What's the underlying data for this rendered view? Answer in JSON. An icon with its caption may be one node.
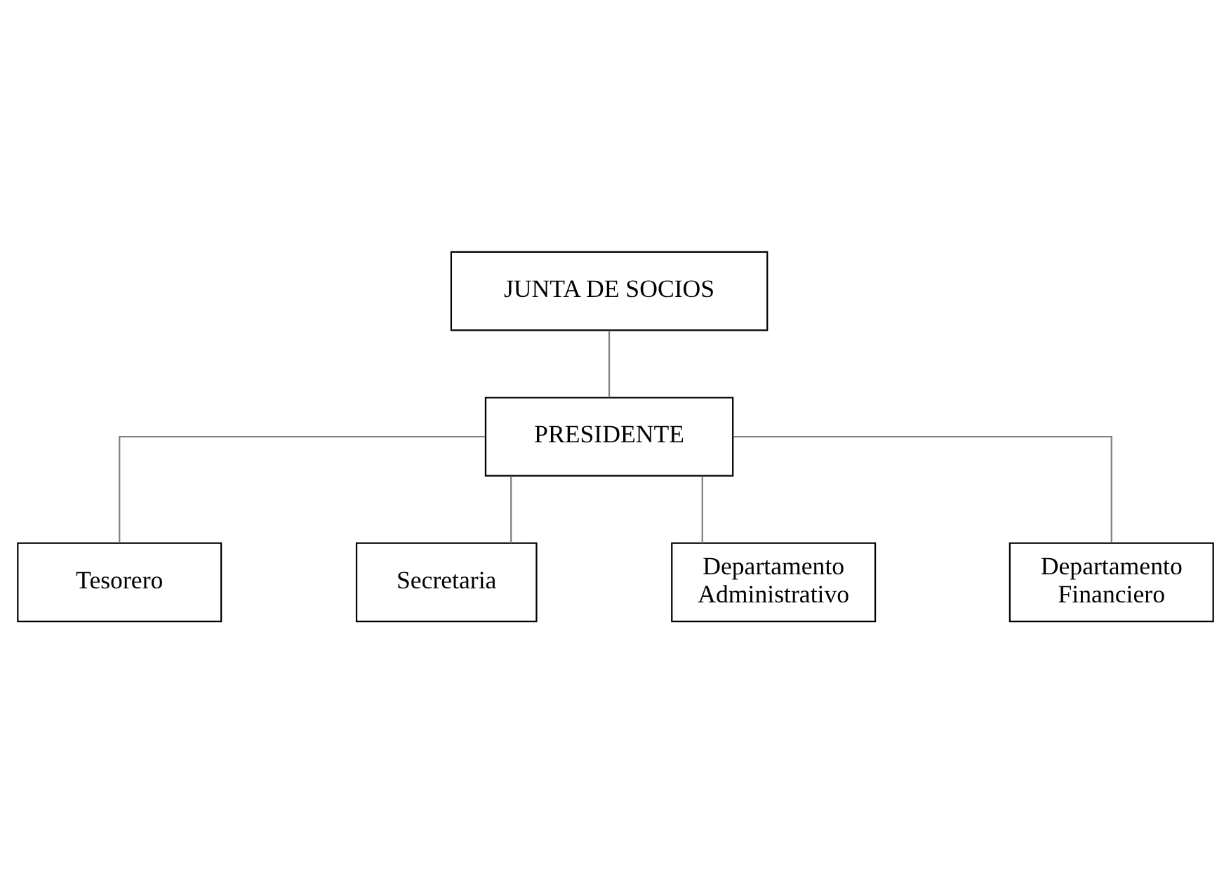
{
  "diagram": {
    "nodes": [
      {
        "text": [
          "JUNTA DE SOCIOS"
        ]
      },
      {
        "text": [
          "PRESIDENTE"
        ]
      },
      {
        "text": [
          "Secretaria"
        ]
      },
      {
        "text": [
          "Tesorero"
        ]
      },
      {
        "text": [
          "Departamento Administrativo"
        ]
      },
      {
        "text": [
          "Departamento Financiero"
        ]
      }
    ],
    "edges": [
      {
        "from": 0,
        "to": 1,
        "arrow": "none"
      },
      {
        "from": 1,
        "to": 2,
        "arrow": "none"
      },
      {
        "from": 1,
        "to": 3,
        "arrow": "none"
      },
      {
        "from": 1,
        "to": 4,
        "arrow": "none"
      },
      {
        "from": 1,
        "to": 5,
        "arrow": "none"
      }
    ]
  }
}
